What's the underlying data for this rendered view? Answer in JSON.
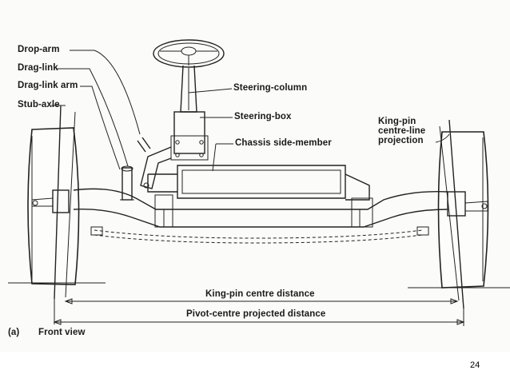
{
  "labels": {
    "drop_arm": "Drop-arm",
    "drag_link": "Drag-link",
    "drag_link_arm": "Drag-link arm",
    "stub_axle": "Stub-axle",
    "steering_column": "Steering-column",
    "steering_box": "Steering-box",
    "chassis_side_member": "Chassis side-member",
    "king_pin_line1": "King-pin",
    "king_pin_line2": "centre-line",
    "king_pin_line3": "projection",
    "king_pin_distance": "King-pin centre distance",
    "pivot_centre_distance": "Pivot-centre projected distance",
    "figure_id": "(a)",
    "figure_caption": "Front view"
  },
  "page_number": "24",
  "colors": {
    "ink": "#222222",
    "paper": "#fbfbf9",
    "background": "#ffffff"
  }
}
